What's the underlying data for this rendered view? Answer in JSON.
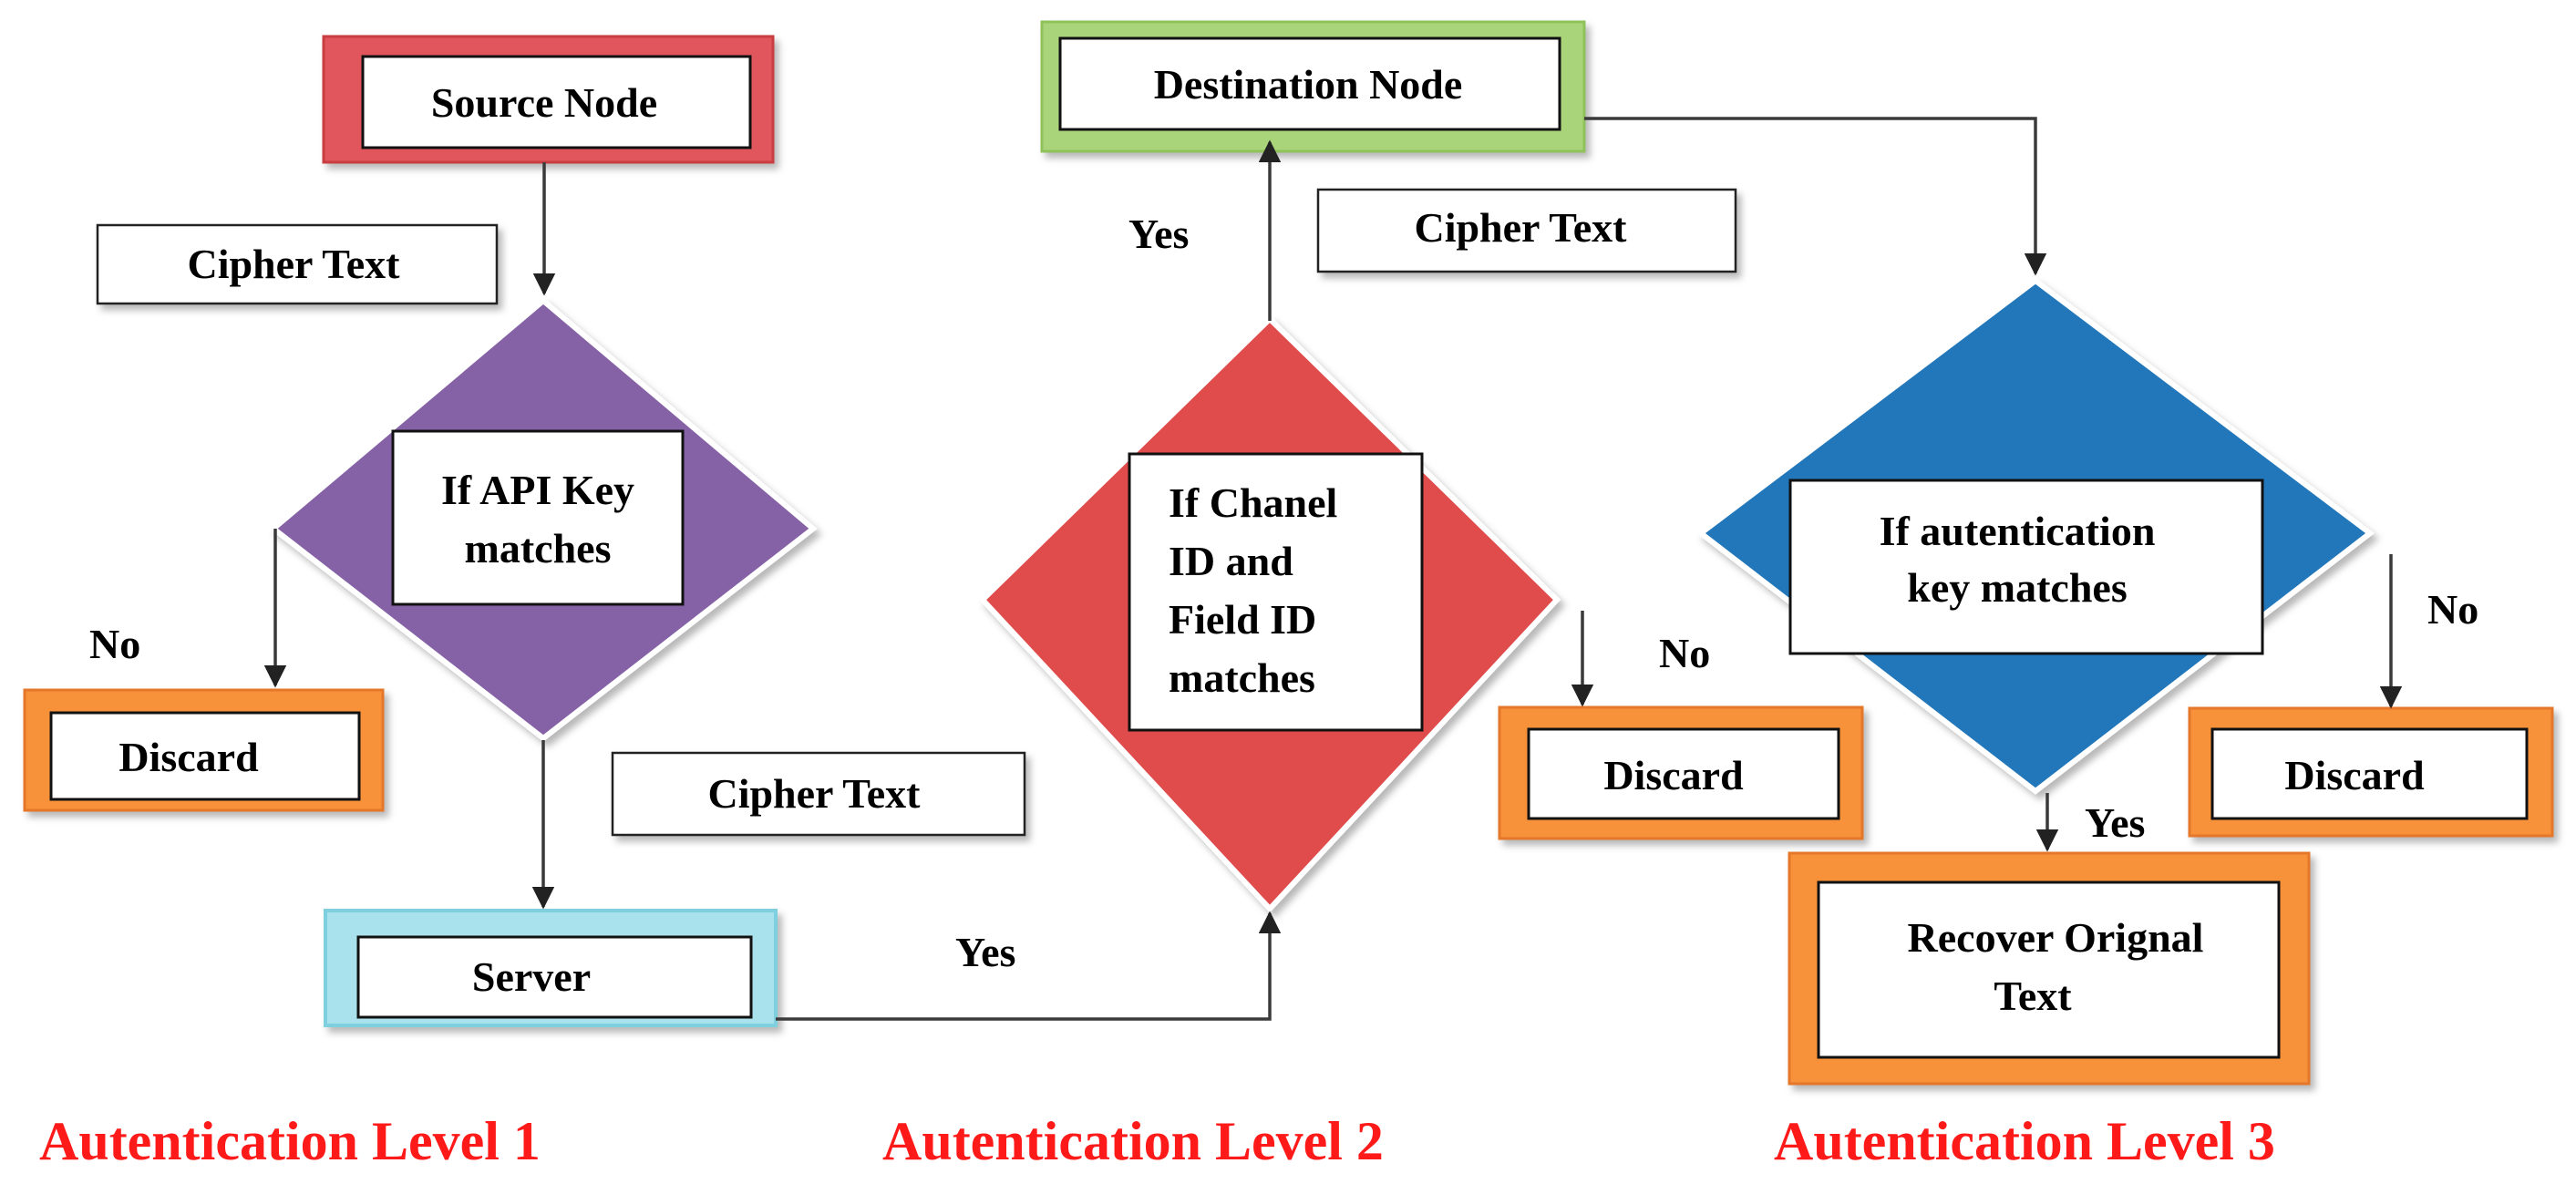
{
  "nodes": {
    "source_node": "Source Node",
    "destination_node": "Destination Node",
    "server": "Server",
    "decision_api_key": [
      "If API Key",
      "matches"
    ],
    "decision_channel": [
      "If Chanel",
      "ID and",
      "Field ID",
      "matches"
    ],
    "decision_auth_key": [
      "If autentication",
      "key matches"
    ],
    "discard_1": "Discard",
    "discard_2": "Discard",
    "discard_3": "Discard",
    "recover": [
      "Recover Orignal",
      "Text"
    ]
  },
  "annotations": {
    "cipher_text_1": "Cipher Text",
    "cipher_text_2": "Cipher Text",
    "cipher_text_3": "Cipher Text"
  },
  "edge_labels": {
    "no_1": "No",
    "no_2": "No",
    "no_3": "No",
    "yes_server": "Yes",
    "yes_destination": "Yes",
    "yes_recover": "Yes"
  },
  "levels": {
    "level_1": "Autentication Level 1",
    "level_2": "Autentication Level 2",
    "level_3": "Autentication Level 3"
  },
  "colors": {
    "source_frame": "#e0575b",
    "destination_frame": "#8fc25a",
    "server_frame": "#7fd0df",
    "discard_frame": "#f7923a",
    "decision_1_fill": "#8562a6",
    "decision_2_fill": "#e04b4b",
    "decision_3_fill": "#2077ba",
    "level_text": "#ff1a1a"
  }
}
